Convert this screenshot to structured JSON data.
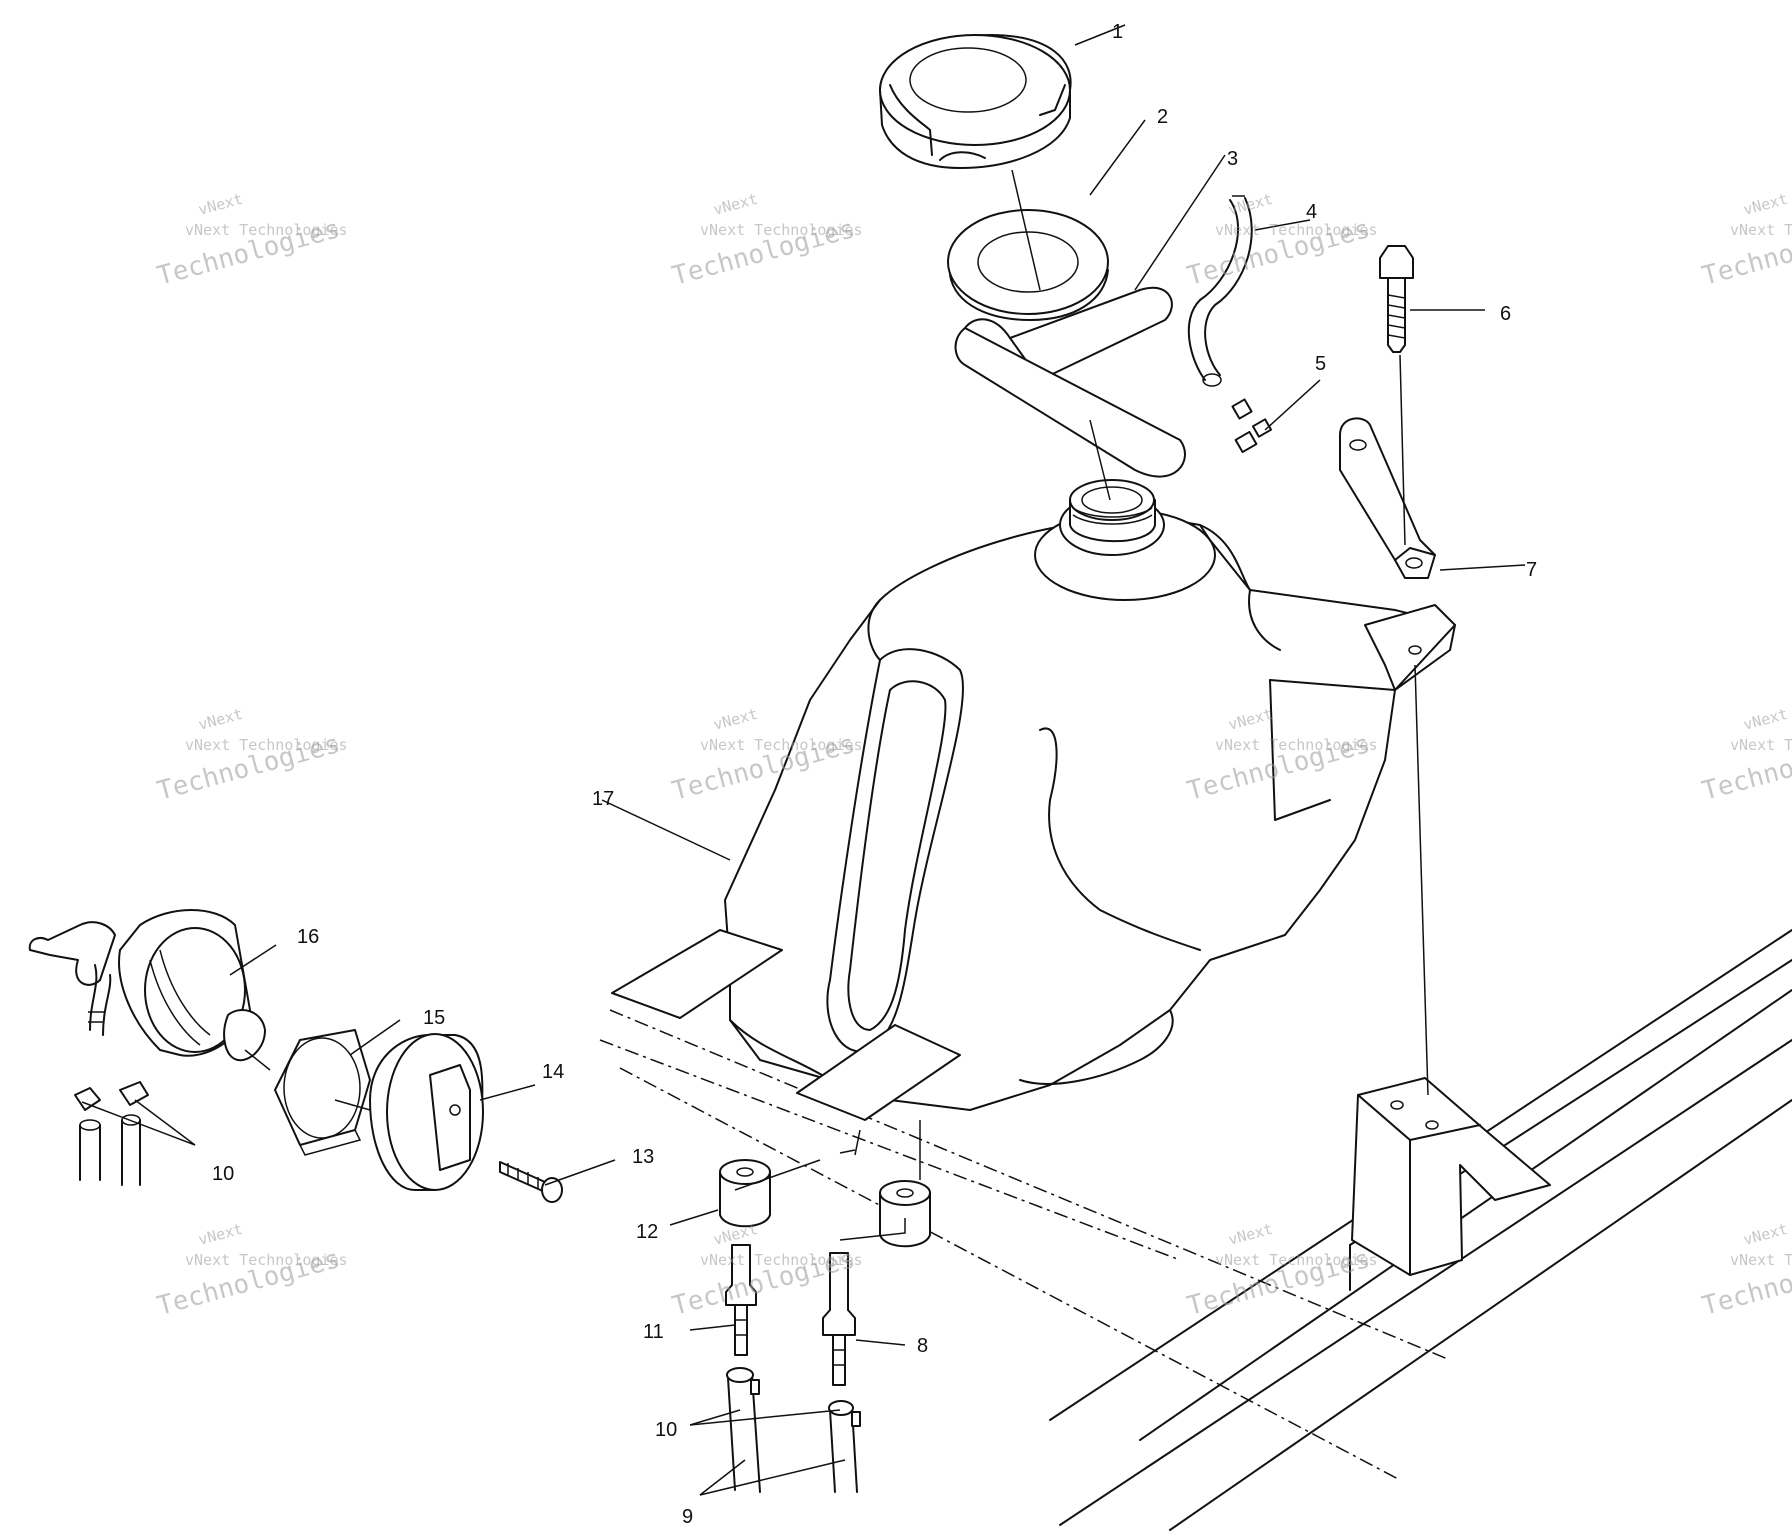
{
  "watermark": {
    "line1": "vNext",
    "line2": "vNext Technologies",
    "line3": "Technologies"
  },
  "callouts": [
    "1",
    "2",
    "3",
    "4",
    "5",
    "6",
    "7",
    "8",
    "9",
    "10",
    "10",
    "11",
    "12",
    "13",
    "14",
    "15",
    "16",
    "17"
  ]
}
